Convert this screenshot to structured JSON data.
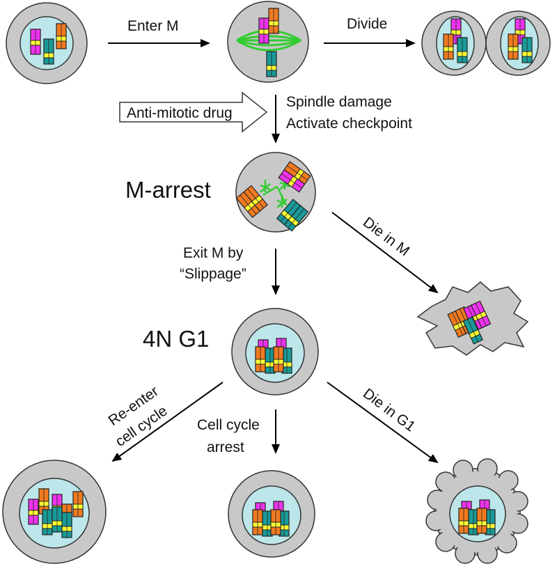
{
  "labels": {
    "enter_m": "Enter M",
    "divide": "Divide",
    "anti_mitotic_drug": "Anti-mitotic drug",
    "spindle_damage": "Spindle damage",
    "activate_checkpoint": "Activate checkpoint",
    "m_arrest": "M-arrest",
    "die_in_m": "Die in M",
    "exit_m_line1": "Exit M by",
    "exit_m_line2": "“Slippage”",
    "four_n_g1": "4N G1",
    "reenter_line1": "Re-enter",
    "reenter_line2": "cell cycle",
    "cc_arrest_line1": "Cell cycle",
    "cc_arrest_line2": "arrest",
    "die_in_g1": "Die in G1"
  },
  "colors": {
    "cytoplasm": "#c8c8c8",
    "nucleus": "#bde6ea",
    "spindle": "#33cc33",
    "magenta": "#ee33ee",
    "orange": "#f07a20",
    "teal": "#1a9a98",
    "yellow": "#ffff33"
  }
}
